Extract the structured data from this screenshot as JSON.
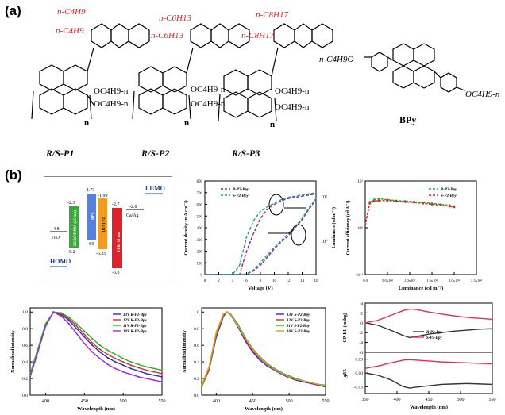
{
  "panels": {
    "a": "(a)",
    "b": "(b)"
  },
  "structures": {
    "p1": {
      "caption": "R/S-P1",
      "alkyl1": "n-C4H9",
      "alkyl2": "n-C4H9",
      "oalk1": "OC4H9-n",
      "oalk2": "OC4H9-n",
      "n": "n"
    },
    "p2": {
      "caption": "R/S-P2",
      "alkyl1": "n-C6H13",
      "alkyl2": "n-C6H13",
      "oalk1": "OC4H9-n",
      "oalk2": "OC4H9-n",
      "n": "n"
    },
    "p3": {
      "caption": "R/S-P3",
      "alkyl1": "n-C8H17",
      "alkyl2": "n-C8H17",
      "oalk1": "OC4H9-n",
      "oalk2": "OC4H9-n",
      "n": "n"
    },
    "bpy": {
      "caption": "BPy",
      "left": "n-C4H9O",
      "right": "OC4H9-n"
    }
  },
  "energy": {
    "lumo": "LUMO",
    "homo": "HOMO",
    "ito": "ITO",
    "ito_level": "-4.8",
    "pedot": "PEDOT:PSS (25 nm)",
    "pedot_top": "-2.3",
    "pedot_bot": "-5.2",
    "bpy_layer": "BPy",
    "bpy_top": "-1.73",
    "bpy_bot": "-4.9",
    "p2_layer": "(R/S) P2",
    "p2_top": "-1.99",
    "p2_bot": "-5.35",
    "tpbi": "TPBi 35 nm",
    "tpbi_top": "-2.7",
    "tpbi_bot": "-6.3",
    "caag": "Ca/Ag",
    "caag_level": "-2.8",
    "colors": {
      "pedot": "#3aa83a",
      "bpy": "#5a7fd8",
      "p2": "#f29a22",
      "tpbi": "#e0202a"
    }
  },
  "chart_data": [
    {
      "type": "line",
      "xlabel": "Voltage (V)",
      "ylabel": "Current density (mA cm⁻²)",
      "y2label": "Luminance (cd m⁻²)",
      "xticks": [
        "0",
        "2",
        "4",
        "6",
        "8",
        "10",
        "12",
        "14",
        "16"
      ],
      "yticks": [
        "0",
        "100",
        "200",
        "300",
        "400",
        "500",
        "600",
        "700",
        "800"
      ],
      "y2ticks": [
        "10⁰",
        "10²"
      ],
      "xlim": [
        0,
        16
      ],
      "ylim": [
        0,
        800
      ],
      "x": [
        0,
        2,
        4,
        5,
        6,
        7,
        8,
        9,
        10,
        11,
        12,
        13,
        14,
        15,
        16
      ],
      "series": [
        {
          "name": "R-P2-Bpy",
          "color": "#8b2a8b",
          "current": [
            0,
            0,
            0,
            0,
            5,
            30,
            80,
            150,
            220,
            280,
            330,
            400,
            470,
            560,
            640
          ],
          "luminance": [
            0,
            0,
            0,
            0,
            200,
            350,
            480,
            560,
            600,
            630,
            650,
            660,
            670,
            680,
            690
          ]
        },
        {
          "name": "S-P2-Bpy",
          "color": "#2a9a8f",
          "current": [
            0,
            0,
            0,
            0,
            5,
            40,
            100,
            170,
            230,
            290,
            350,
            410,
            480,
            570,
            650
          ],
          "luminance": [
            0,
            0,
            0,
            80,
            320,
            460,
            540,
            580,
            610,
            640,
            660,
            670,
            680,
            690,
            700
          ]
        }
      ]
    },
    {
      "type": "line",
      "xlabel": "Luminance (cd m⁻²)",
      "ylabel": "Current efficiency (cd A⁻¹)",
      "xticks": [
        "0.0",
        "5.0x10²",
        "1.0x10³",
        "1.5x10³",
        "2.0x10³",
        "2.5x10³"
      ],
      "yticks": [
        "10⁻¹",
        "10⁰",
        "10¹"
      ],
      "xlim": [
        0,
        2500
      ],
      "ylim": [
        -1,
        1
      ],
      "x": [
        0,
        100,
        200,
        300,
        500,
        700,
        900,
        1100,
        1300,
        1500,
        1700,
        1900,
        2000
      ],
      "series": [
        {
          "name": "R-P2-Bpy",
          "color": "#2aa82a",
          "values": [
            0.05,
            0.55,
            0.6,
            0.62,
            0.6,
            0.58,
            0.57,
            0.56,
            0.54,
            0.52,
            0.5,
            0.48,
            0.46
          ]
        },
        {
          "name": "S-P2-Bpy",
          "color": "#e0202a",
          "values": [
            0.05,
            0.52,
            0.57,
            0.58,
            0.58,
            0.57,
            0.55,
            0.54,
            0.52,
            0.5,
            0.48,
            0.46,
            0.44
          ]
        }
      ]
    },
    {
      "type": "line",
      "xlabel": "Wavelength (nm)",
      "ylabel": "Normalized intensity",
      "xticks": [
        "400",
        "450",
        "500",
        "550"
      ],
      "yticks": [
        "0.0",
        "0.2",
        "0.4",
        "0.6",
        "0.8",
        "1.0"
      ],
      "xlim": [
        380,
        550
      ],
      "ylim": [
        0,
        1.05
      ],
      "x": [
        380,
        390,
        400,
        410,
        420,
        430,
        440,
        450,
        460,
        470,
        480,
        490,
        500,
        510,
        520,
        530,
        540,
        550
      ],
      "series": [
        {
          "name": "13V R-P2-Bpy",
          "color": "#2a2ad8",
          "values": [
            0.25,
            0.55,
            0.85,
            1.0,
            0.97,
            0.9,
            0.8,
            0.7,
            0.6,
            0.52,
            0.45,
            0.4,
            0.36,
            0.32,
            0.29,
            0.26,
            0.24,
            0.22
          ]
        },
        {
          "name": "12V R-P2-Bpy",
          "color": "#d8302a",
          "values": [
            0.25,
            0.55,
            0.85,
            1.0,
            0.98,
            0.92,
            0.83,
            0.73,
            0.63,
            0.55,
            0.49,
            0.44,
            0.4,
            0.36,
            0.33,
            0.3,
            0.28,
            0.26
          ]
        },
        {
          "name": "11V R-P2-Bpy",
          "color": "#2ab02a",
          "values": [
            0.25,
            0.56,
            0.86,
            1.0,
            0.99,
            0.94,
            0.86,
            0.77,
            0.68,
            0.6,
            0.54,
            0.49,
            0.44,
            0.4,
            0.37,
            0.34,
            0.32,
            0.3
          ]
        },
        {
          "name": "10V R-P2-Bpy",
          "color": "#9a2ad8",
          "values": [
            0.22,
            0.52,
            0.83,
            1.0,
            0.95,
            0.86,
            0.74,
            0.62,
            0.52,
            0.44,
            0.37,
            0.32,
            0.28,
            0.25,
            0.22,
            0.2,
            0.18,
            0.16
          ]
        }
      ]
    },
    {
      "type": "line",
      "xlabel": "Wavelength (nm)",
      "ylabel": "Normalized intensity",
      "xticks": [
        "400",
        "450",
        "500",
        "550"
      ],
      "yticks": [
        "0.0",
        "0.2",
        "0.4",
        "0.6",
        "0.8",
        "1.0"
      ],
      "xlim": [
        380,
        550
      ],
      "ylim": [
        0,
        1.05
      ],
      "x": [
        380,
        390,
        400,
        410,
        415,
        420,
        430,
        440,
        450,
        460,
        470,
        480,
        490,
        500,
        510,
        520,
        530,
        540,
        550
      ],
      "series": [
        {
          "name": "13V S-P2-Bpy",
          "color": "#2a2ad8",
          "values": [
            0.1,
            0.3,
            0.7,
            0.95,
            1.0,
            0.96,
            0.82,
            0.65,
            0.52,
            0.42,
            0.35,
            0.3,
            0.25,
            0.21,
            0.18,
            0.16,
            0.14,
            0.12,
            0.1
          ]
        },
        {
          "name": "12V S-P2-Bpy",
          "color": "#d8302a",
          "values": [
            0.1,
            0.3,
            0.72,
            0.96,
            1.0,
            0.97,
            0.84,
            0.67,
            0.54,
            0.44,
            0.37,
            0.31,
            0.26,
            0.22,
            0.19,
            0.17,
            0.15,
            0.13,
            0.11
          ]
        },
        {
          "name": "11V S-P2-Bpy",
          "color": "#2ab02a",
          "values": [
            0.1,
            0.32,
            0.74,
            0.97,
            1.0,
            0.97,
            0.85,
            0.69,
            0.56,
            0.46,
            0.38,
            0.32,
            0.27,
            0.23,
            0.2,
            0.17,
            0.15,
            0.13,
            0.12
          ]
        },
        {
          "name": "10V S-P2-Bpy",
          "color": "#e8962a",
          "values": [
            0.12,
            0.34,
            0.76,
            0.98,
            1.0,
            0.96,
            0.83,
            0.68,
            0.55,
            0.45,
            0.37,
            0.31,
            0.26,
            0.22,
            0.19,
            0.17,
            0.15,
            0.13,
            0.11
          ]
        }
      ]
    },
    {
      "type": "line",
      "xlabel": "Wavelength (nm)",
      "ylabel": "CP-EL (mdeg)",
      "ylabel2": "gEL",
      "xticks": [
        "350",
        "400",
        "450",
        "500",
        "550"
      ],
      "yticks_top": [
        "-6",
        "-4",
        "-2",
        "0",
        "2",
        "4"
      ],
      "yticks_bottom": [
        "-0.03",
        "0.00",
        "0.03"
      ],
      "xlim": [
        350,
        550
      ],
      "x": [
        350,
        370,
        390,
        410,
        420,
        430,
        450,
        470,
        490,
        510,
        530,
        550
      ],
      "top": [
        {
          "name": "R-P2-Bpy",
          "color": "#333333",
          "values": [
            0,
            -0.5,
            -1.5,
            -2.6,
            -3.0,
            -2.8,
            -2.3,
            -2.0,
            -1.7,
            -1.5,
            -1.3,
            -1.2
          ]
        },
        {
          "name": "S-P2-Bpy",
          "color": "#e0305a",
          "values": [
            0,
            0.5,
            1.5,
            2.5,
            2.8,
            2.7,
            2.2,
            1.8,
            1.4,
            1.1,
            0.9,
            0.7
          ]
        }
      ],
      "bottom": [
        {
          "name": "R-P2-Bpy",
          "color": "#333333",
          "values": [
            0,
            -0.005,
            -0.015,
            -0.03,
            -0.033,
            -0.031,
            -0.028,
            -0.025,
            -0.024,
            -0.023,
            -0.024,
            -0.025
          ]
        },
        {
          "name": "S-P2-Bpy",
          "color": "#e0305a",
          "values": [
            0.01,
            0.015,
            0.022,
            0.028,
            0.029,
            0.028,
            0.026,
            0.024,
            0.023,
            0.022,
            0.021,
            0.02
          ]
        }
      ]
    }
  ]
}
